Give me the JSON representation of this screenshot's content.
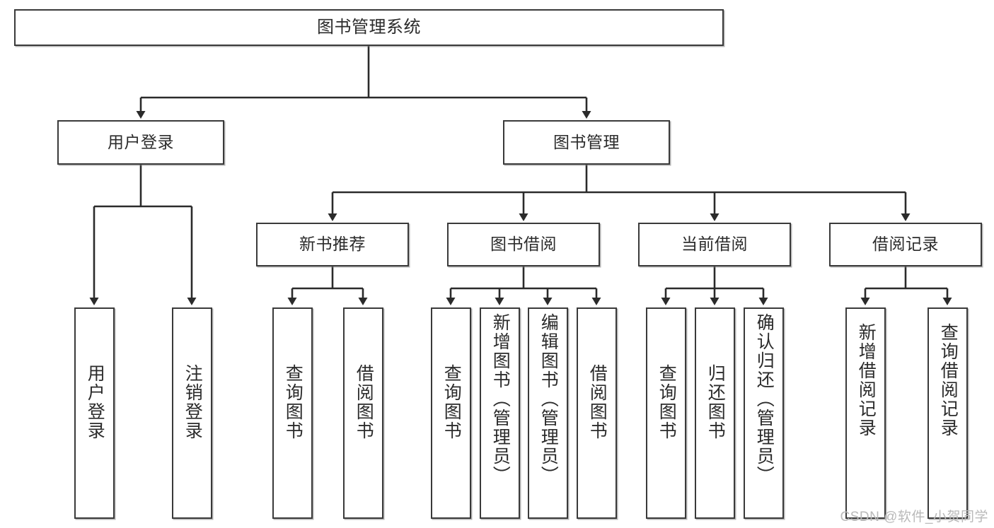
{
  "diagram": {
    "title": "图书管理系统",
    "type": "tree-hierarchy-chart",
    "orientation": "top-down",
    "colors": {
      "box_border": "#3a3a3a",
      "box_fill": "#ffffff",
      "text": "#2b2b2b",
      "connector": "#2b2b2b",
      "watermark": "#b9b9b9"
    },
    "root": {
      "label": "图书管理系统"
    },
    "level1": [
      {
        "label": "用户登录"
      },
      {
        "label": "图书管理"
      }
    ],
    "level2": [
      {
        "label": "新书推荐"
      },
      {
        "label": "图书借阅"
      },
      {
        "label": "当前借阅"
      },
      {
        "label": "借阅记录"
      }
    ],
    "leaves": {
      "user_login": [
        {
          "label": "用户登录"
        },
        {
          "label": "注销登录"
        }
      ],
      "new_book_recommend": [
        {
          "label": "查询图书"
        },
        {
          "label": "借阅图书"
        }
      ],
      "book_borrow": [
        {
          "label": "查询图书"
        },
        {
          "label": "新增图书（管理员）"
        },
        {
          "label": "编辑图书（管理员）"
        },
        {
          "label": "借阅图书"
        }
      ],
      "current_borrow": [
        {
          "label": "查询图书"
        },
        {
          "label": "归还图书"
        },
        {
          "label": "确认归还（管理员）"
        }
      ],
      "borrow_record": [
        {
          "label": "新增借阅记录"
        },
        {
          "label": "查询借阅记录"
        }
      ]
    }
  },
  "watermark": {
    "text": "CSDN @软件_小贺同学"
  }
}
